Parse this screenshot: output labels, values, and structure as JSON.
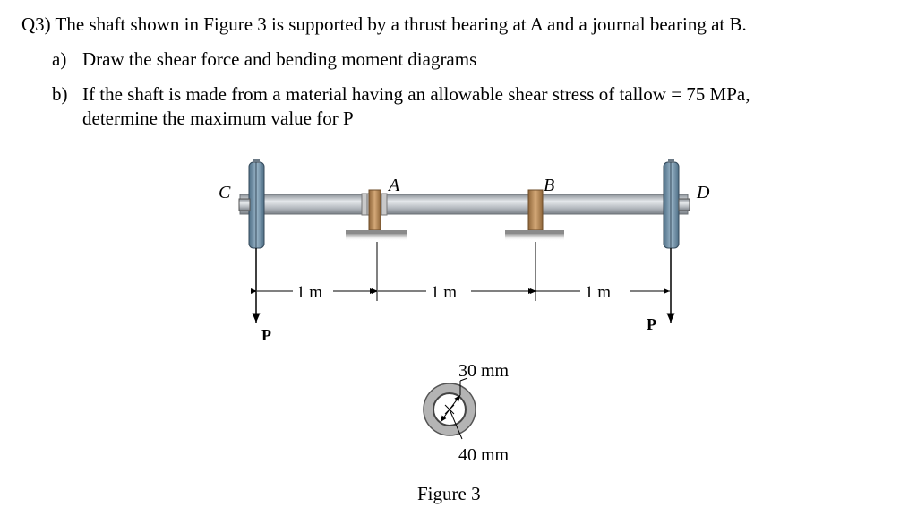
{
  "question": {
    "number": "Q3)",
    "stem": "The shaft shown in Figure 3 is supported by a thrust bearing at A and a journal bearing at B.",
    "part_a": {
      "label": "a)",
      "text": "Draw the shear force and bending moment diagrams"
    },
    "part_b": {
      "label": "b)",
      "text_line1": "If the shaft is made from a material having an allowable shear stress of tallow = 75 MPa,",
      "text_line2": "determine the maximum value for P"
    }
  },
  "figure": {
    "labels": {
      "c": "C",
      "a": "A",
      "b": "B",
      "d": "D"
    },
    "dimensions": {
      "cd_to_a": "1 m",
      "a_to_b": "1 m",
      "b_to_d": "1 m"
    },
    "loads": {
      "left": "P",
      "right": "P"
    },
    "section": {
      "inner": "30 mm",
      "outer": "40 mm"
    },
    "caption": "Figure 3",
    "colors": {
      "shaft": "#b9bec4",
      "pulley": "#6f8fa5",
      "bearing": "#b98a5a",
      "ground": "#bdbdbd"
    }
  }
}
